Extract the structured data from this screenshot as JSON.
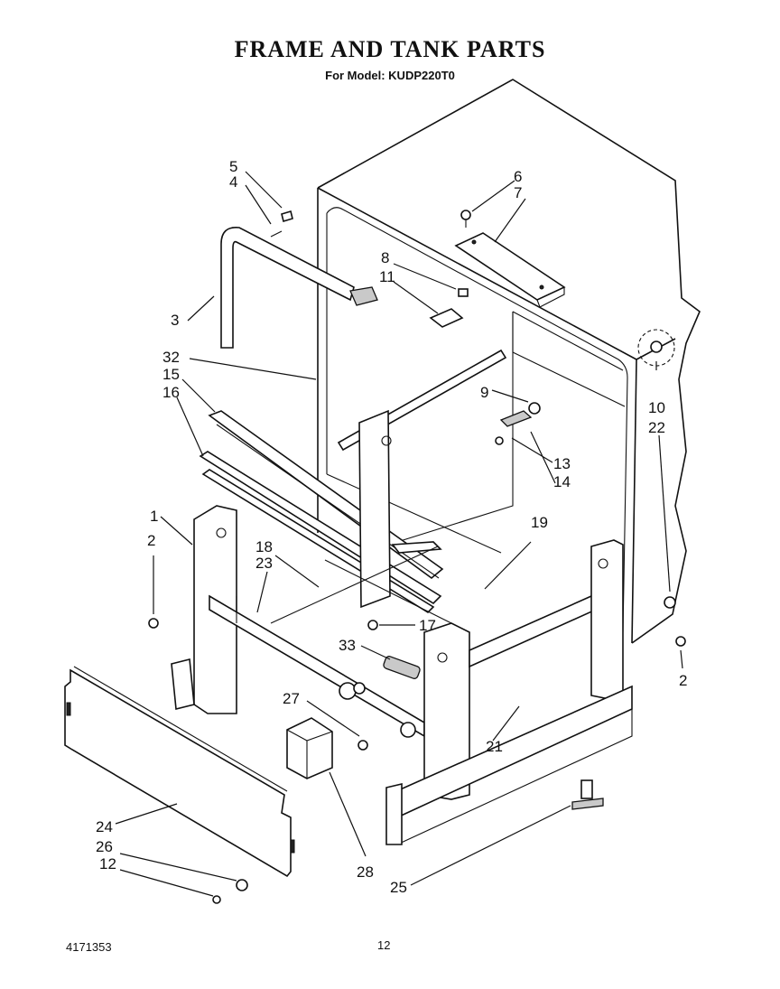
{
  "header": {
    "title": "FRAME AND TANK PARTS",
    "subtitle": "For Model: KUDP220T0"
  },
  "callouts": {
    "c1": "1",
    "c2a": "2",
    "c2b": "2",
    "c3": "3",
    "c4": "4",
    "c5": "5",
    "c6": "6",
    "c7": "7",
    "c8": "8",
    "c9": "9",
    "c10": "10",
    "c11": "11",
    "c12": "12",
    "c13": "13",
    "c14": "14",
    "c15": "15",
    "c16": "16",
    "c17": "17",
    "c18": "18",
    "c19": "19",
    "c21": "21",
    "c22": "22",
    "c23": "23",
    "c24": "24",
    "c25": "25",
    "c26": "26",
    "c27": "27",
    "c28": "28",
    "c32": "32",
    "c33": "33"
  },
  "footer": {
    "part_number": "4171353",
    "page_number": "12"
  }
}
